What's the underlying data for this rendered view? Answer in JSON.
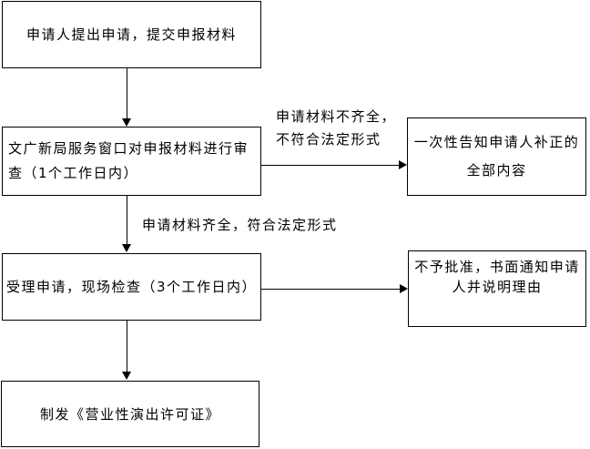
{
  "flowchart": {
    "background_color": "#ffffff",
    "line_color": "#000000",
    "boxes": {
      "step1": {
        "lines": [
          "申请人提出申请，提交申报材料"
        ]
      },
      "step2": {
        "lines": [
          "文广新局服务窗口对申报材料进行审",
          "查（1个工作日内）"
        ]
      },
      "step3": {
        "lines": [
          "受理申请，现场检查（3个工作日内）"
        ]
      },
      "step4": {
        "lines": [
          "制发《营业性演出许可证》"
        ]
      },
      "notify_fix": {
        "lines": [
          "一次性告知申请人补正的",
          "全部内容"
        ]
      },
      "reject": {
        "lines": [
          "不予批准，书面通知申请",
          "人并说明理由"
        ]
      }
    },
    "edge_labels": {
      "incomplete": {
        "lines": [
          "申请材料不齐全，",
          "不符合法定形式"
        ]
      },
      "complete": {
        "lines": [
          "申请材料齐全，符合法定形式"
        ]
      }
    }
  }
}
